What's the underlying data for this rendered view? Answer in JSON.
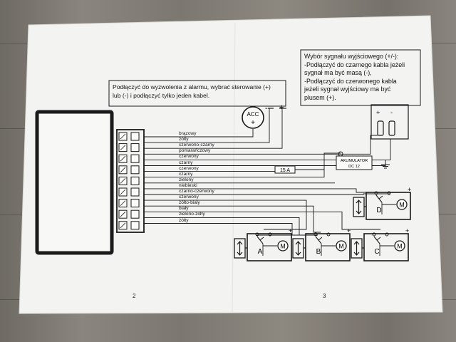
{
  "notes": {
    "top": "Podłączyć do wyzwolenia z alarmu, wybrać sterowanie (+) lub (-) i podłączyć tylko jeden kabel.",
    "top_line1": "Podłączyć do wyzwolenia z alarmu, wybrać sterowanie (+)",
    "top_line2": "lub (-) i podłączyć tylko jeden kabel.",
    "right_line1": "Wybór sygnału wyjściowego (+/-):",
    "right_line2": "-Podłączyć do czarnego kabla jeżeli",
    "right_line3": "sygnał ma być masą (-),",
    "right_line4": "-Podłączyć do czerwonego kabla",
    "right_line5": "jeżeli  sygnał wyjściowy ma być",
    "right_line6": "plusem (+)."
  },
  "acc_label": "ACC",
  "polarity": {
    "minus": "-",
    "plus": "+"
  },
  "fuse_label": "15 A",
  "battery": {
    "line1": "AKUMULATOR",
    "line2": "DC 12"
  },
  "wires": [
    "brązowy",
    "żółty",
    "czerwono-czarny",
    "pomarańczowy",
    "czerwony",
    "czarny",
    "czerwony",
    "czarny",
    "zielony",
    "niebieski",
    "czarno-czerwony",
    "czerwony",
    "żółto-biały",
    "biały",
    "zielono-żółty",
    "żółty"
  ],
  "actuators": [
    {
      "letter": "A",
      "motor": "M"
    },
    {
      "letter": "B",
      "motor": "M"
    },
    {
      "letter": "C",
      "motor": "M"
    },
    {
      "letter": "D",
      "motor": "M"
    }
  ],
  "page_numbers": [
    "2",
    "3"
  ]
}
